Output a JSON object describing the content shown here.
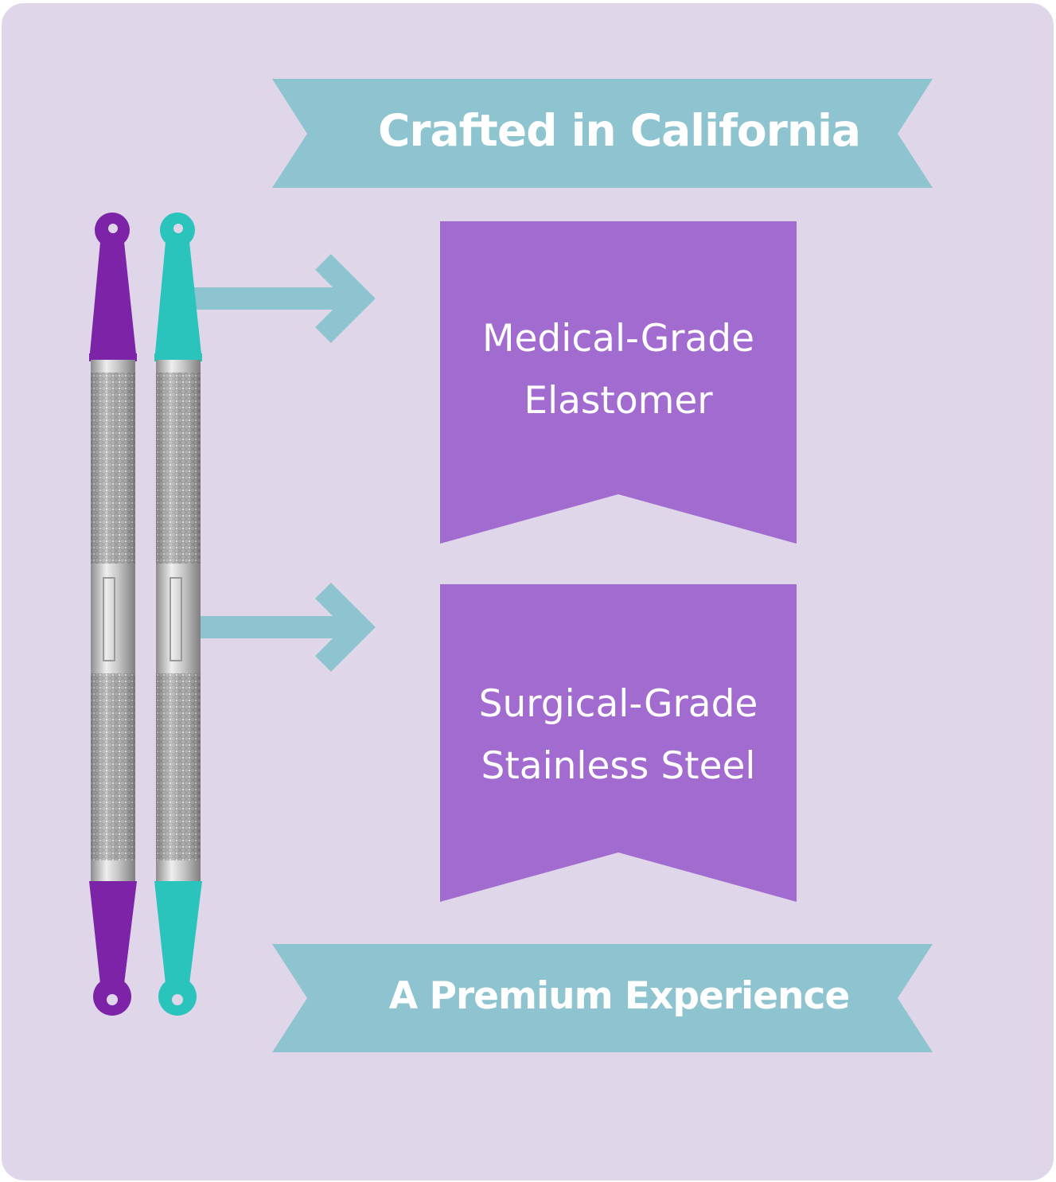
{
  "banner_top": "Crafted in California",
  "banner_bottom": "A Premium Experience",
  "features": [
    {
      "line1": "Medical-Grade",
      "line2": "Elastomer"
    },
    {
      "line1": "Surgical-Grade",
      "line2": "Stainless Steel"
    }
  ],
  "colors": {
    "background": "#dfd7e9",
    "ribbon": "#8ec4cf",
    "flag": "#a26bd0",
    "arrow": "#8ec4cf",
    "tool_purple": "#7d23a8",
    "tool_teal": "#2bc4bc",
    "steel": "#b9b9b9"
  }
}
